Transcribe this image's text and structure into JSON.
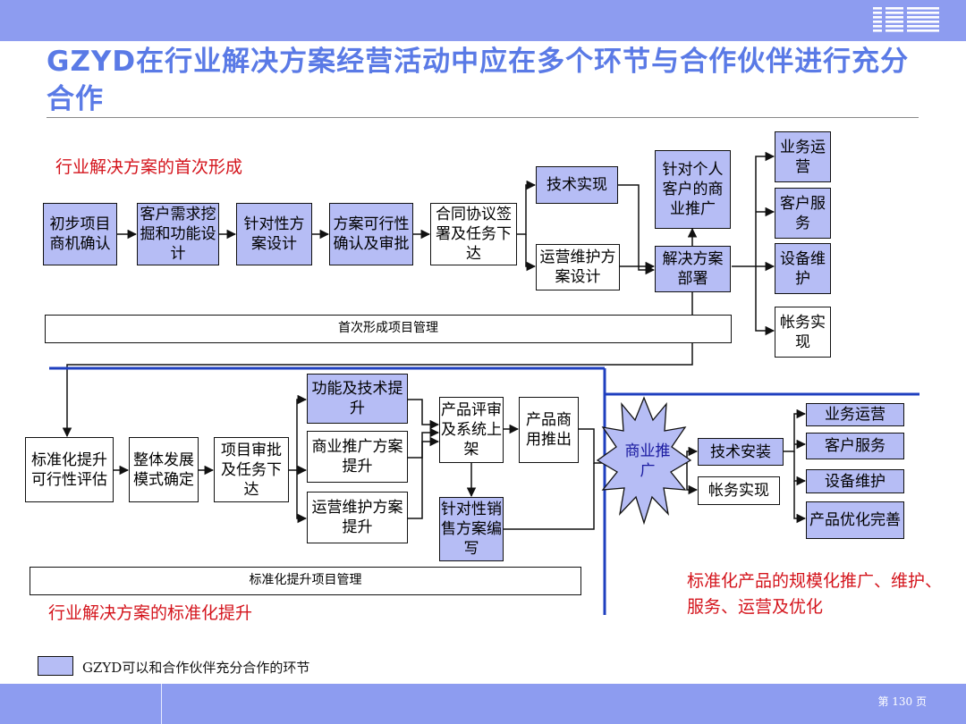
{
  "header": {
    "logo": "IBM",
    "title": "GZYD在行业解决方案经营活动中应在多个环节与合作伙伴进行充分合作"
  },
  "section1": {
    "label": "行业解决方案的首次形成",
    "steps": [
      "初步项目商机确认",
      "客户需求挖掘和功能设计",
      "针对性方案设计",
      "方案可行性确认及审批",
      "合同协议签署及任务下达"
    ],
    "tech": "技术实现",
    "ops_design": "运营维护方案设计",
    "personal_promo": "针对个人客户的商业推广",
    "deploy": "解决方案部署",
    "outcomes": [
      "业务运营",
      "客户服务",
      "设备维护",
      "帐务实现"
    ],
    "management": "首次形成项目管理"
  },
  "section2": {
    "label": "行业解决方案的标准化提升",
    "steps": [
      "标准化提升可行性评估",
      "整体发展模式确定",
      "项目审批及任务下达"
    ],
    "upgrades": [
      "功能及技术提升",
      "商业推广方案提升",
      "运营维护方案提升"
    ],
    "review": "产品评审及系统上架",
    "launch": "产品商用推出",
    "sales": "针对性销售方案编写",
    "management": "标准化提升项目管理"
  },
  "section3": {
    "burst": "商业推广",
    "tech_install": "技术安装",
    "billing": "帐务实现",
    "outcomes": [
      "业务运营",
      "客户服务",
      "设备维护",
      "产品优化完善"
    ],
    "caption": "标准化产品的规模化推广、维护、服务、运营及优化"
  },
  "legend": {
    "label": "GZYD可以和合作伙伴充分合作的环节"
  },
  "footer": {
    "page": "第 130 页"
  },
  "colors": {
    "bar": "#8d9cf0",
    "title": "#5a7ae6",
    "box_fill": "#b6bdf5",
    "section_label": "#d4141c",
    "divider": "#1f3fbf",
    "burst_fill": "#b6bdf5"
  }
}
